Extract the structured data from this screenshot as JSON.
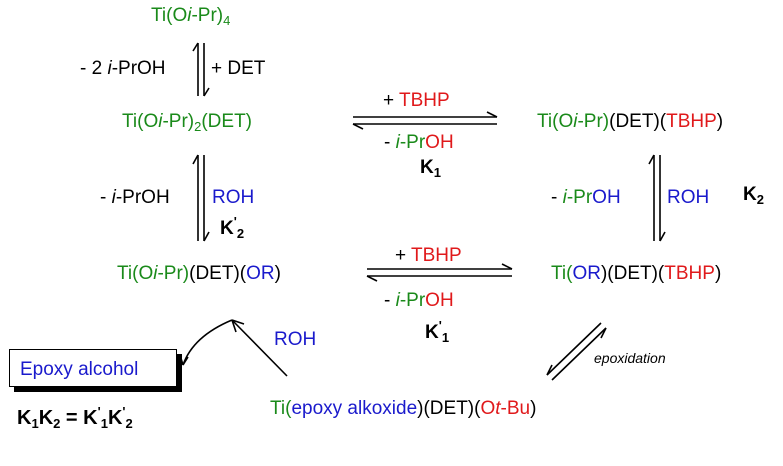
{
  "species": {
    "ti_oipr4": {
      "pre": "Ti(O",
      "ipr": "i",
      "mid": "-Pr)",
      "sub": "4"
    },
    "ti_oipr2_det": {
      "pre": "Ti(O",
      "ipr": "i",
      "mid": "-Pr)",
      "sub": "2",
      "post": "(DET)"
    },
    "ti_oipr_det_tbhp": {
      "pre": "Ti(O",
      "ipr": "i",
      "mid": "-Pr)",
      "det": "(DET)(",
      "tbhp": "TBHP",
      "close": ")"
    },
    "ti_oipr_det_or": {
      "pre": "Ti(O",
      "ipr": "i",
      "mid": "-Pr)",
      "det": "(DET)(",
      "or": "OR",
      "close": ")"
    },
    "ti_or_det_tbhp": {
      "pre": "Ti(",
      "or": "OR",
      "det": ")(DET)(",
      "tbhp": "TBHP",
      "close": ")"
    },
    "ti_epoxy": {
      "pre": "Ti(",
      "epoxy": "epoxy alkoxide",
      "det": ")(DET)(",
      "ot": "O",
      "tbu": "t",
      "bu": "-Bu",
      "close": ")"
    }
  },
  "labels": {
    "minus_2_iproh": {
      "pre": "- 2 ",
      "i": "i",
      "post": "-PrOH"
    },
    "plus_det": "+ DET",
    "plus_tbhp_top": {
      "plus": "+ ",
      "tbhp": "TBHP"
    },
    "minus_iproh_top": {
      "pre": "- ",
      "i": "i",
      "pr": "-Pr",
      "oh": "OH"
    },
    "k1": {
      "k": "K",
      "sub": "1"
    },
    "minus_iproh_left": {
      "pre": "- ",
      "i": "i",
      "post": "-PrOH"
    },
    "roh_left": "ROH",
    "k2prime": {
      "k": "K",
      "sup": "'",
      "sub": "2"
    },
    "minus_iproh_right": {
      "pre": "- ",
      "i": "i",
      "pr": "-Pr",
      "oh": "OH"
    },
    "roh_right": "ROH",
    "k2": {
      "k": "K",
      "sub": "2"
    },
    "plus_tbhp_mid": {
      "plus": "+ ",
      "tbhp": "TBHP"
    },
    "minus_iproh_mid": {
      "pre": "- ",
      "i": "i",
      "pr": "-Pr",
      "oh": "OH"
    },
    "k1prime": {
      "k": "K",
      "sup": "'",
      "sub": "1"
    },
    "roh_product": "ROH",
    "epoxidation": "epoxidation",
    "epoxy_alcohol": "Epoxy alcohol",
    "equation": {
      "k1": "K",
      "s1": "1",
      "k2": "K",
      "s2": "2",
      "eq": " = ",
      "k1p": "K",
      "p1": "'",
      "s1p": "1",
      "k2p": "K",
      "p2": "'",
      "s2p": "2"
    }
  }
}
